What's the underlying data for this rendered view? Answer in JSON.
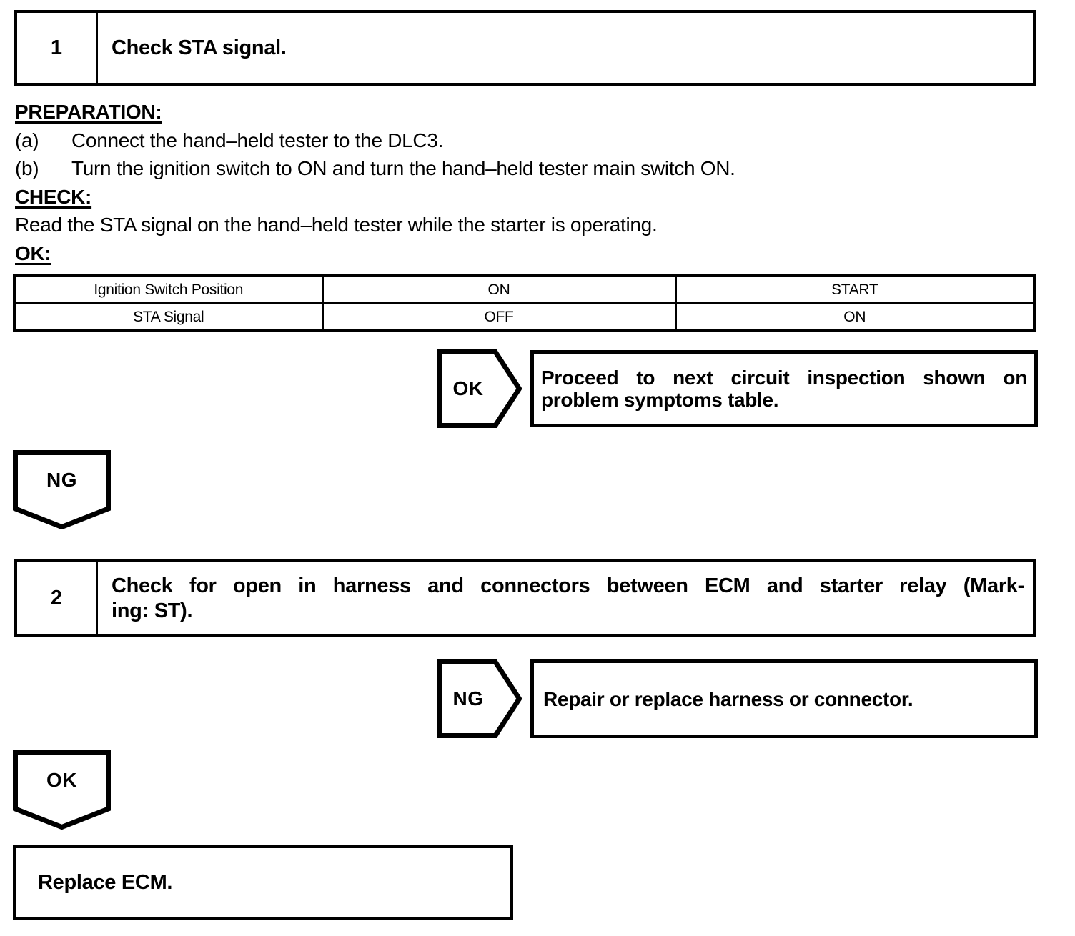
{
  "step1": {
    "number": "1",
    "title": "Check STA signal."
  },
  "preparation": {
    "heading": "PREPARATION:",
    "items": [
      {
        "marker": "(a)",
        "text": "Connect the hand–held tester to the DLC3."
      },
      {
        "marker": "(b)",
        "text": "Turn the ignition switch to ON and turn the hand–held tester main switch ON."
      }
    ]
  },
  "check": {
    "heading": "CHECK:",
    "text": "Read the STA signal on the hand–held tester while the starter is operating."
  },
  "ok_heading": "OK:",
  "table": {
    "rows": [
      [
        "Ignition Switch Position",
        "ON",
        "START"
      ],
      [
        "STA Signal",
        "OFF",
        "ON"
      ]
    ]
  },
  "decision1": {
    "label": "OK",
    "result_lines": [
      "Proceed to next circuit inspection shown on",
      "problem symptoms table."
    ]
  },
  "ng_connector_label": "NG",
  "step2": {
    "number": "2",
    "title_lines": [
      "Check for open in harness and connectors between ECM and starter relay (Mark-",
      "ing: ST)."
    ]
  },
  "decision2": {
    "label": "NG",
    "result": "Repair or replace harness or connector."
  },
  "ok_connector_label": "OK",
  "final": {
    "text": "Replace ECM."
  },
  "colors": {
    "ink": "#000000",
    "paper": "#ffffff"
  }
}
